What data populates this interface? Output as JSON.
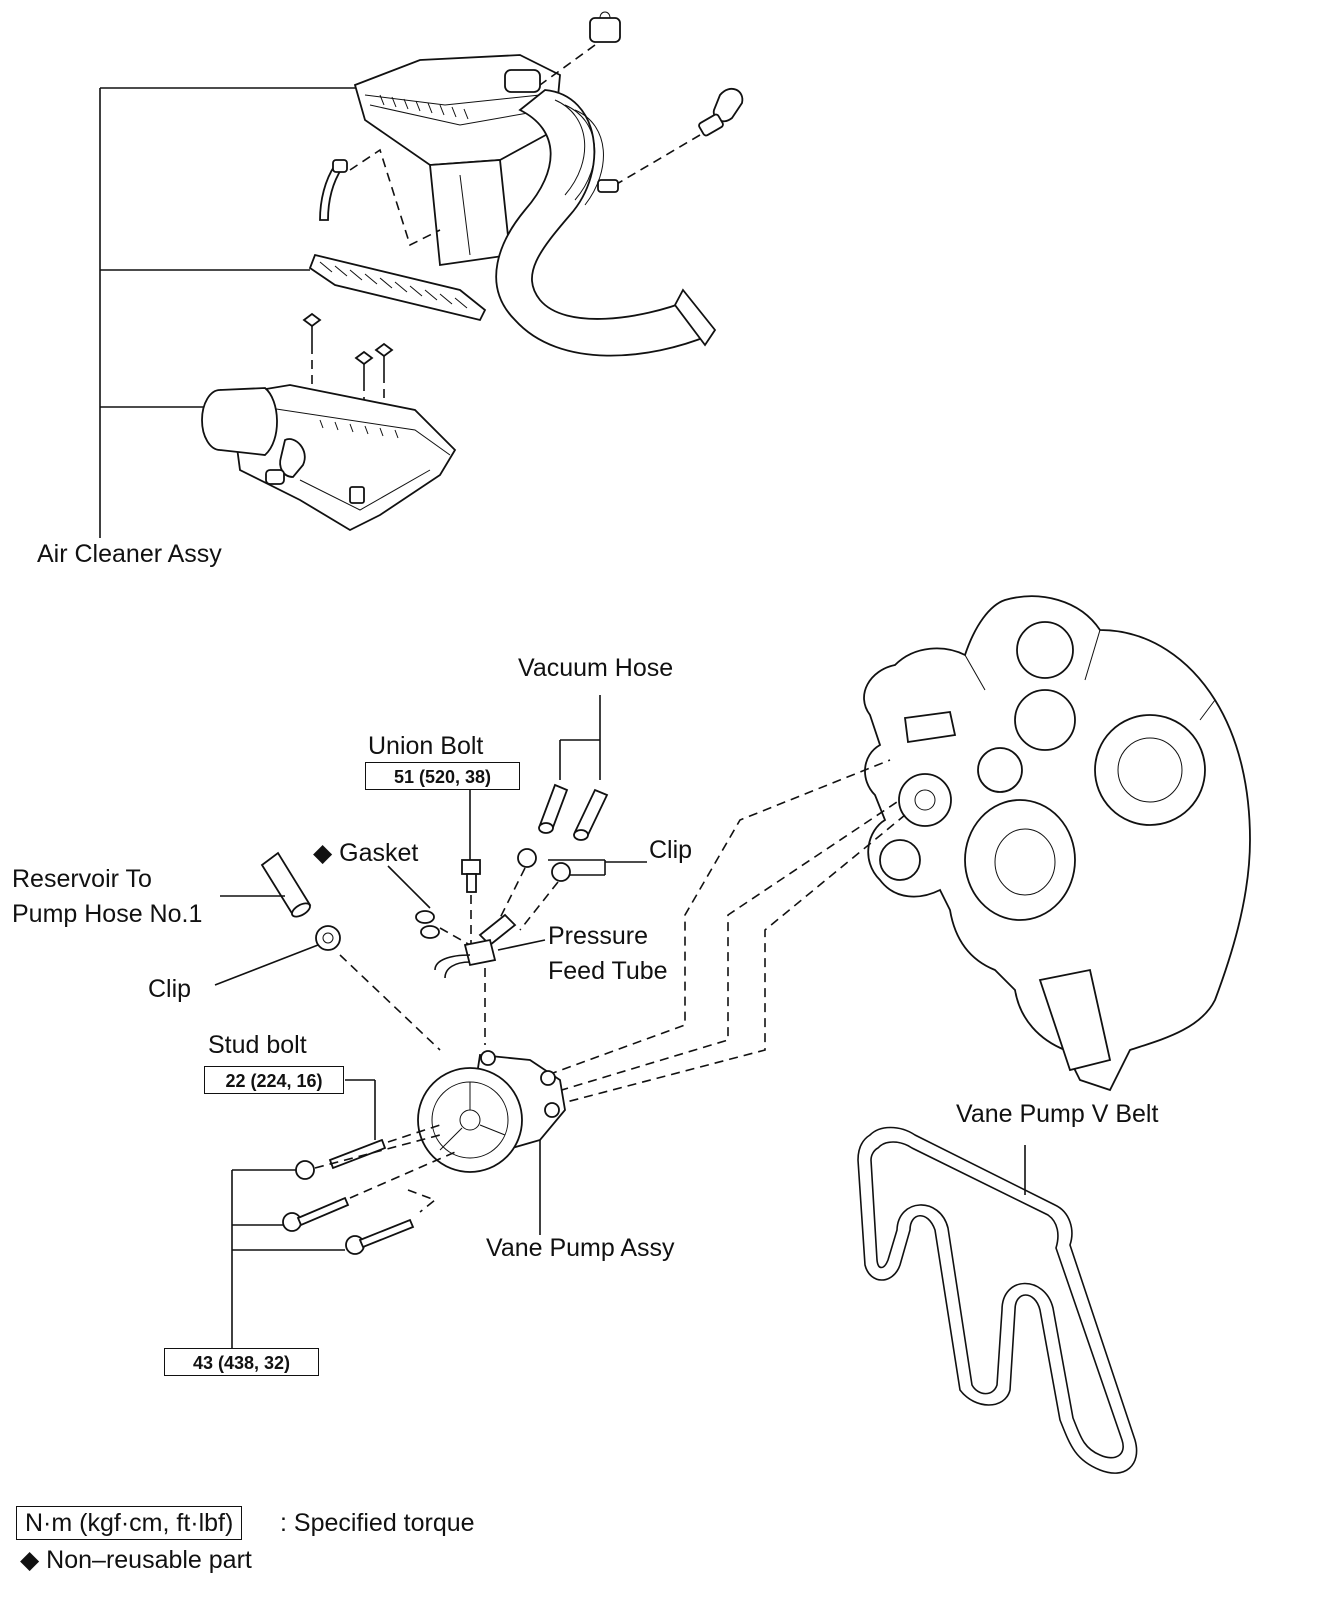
{
  "labels": {
    "air_cleaner_assy": "Air Cleaner Assy",
    "vacuum_hose": "Vacuum Hose",
    "union_bolt": "Union Bolt",
    "gasket": "◆ Gasket",
    "clip_right": "Clip",
    "reservoir_hose_line1": "Reservoir To",
    "reservoir_hose_line2": "Pump Hose No.1",
    "pressure_feed_line1": "Pressure",
    "pressure_feed_line2": "Feed Tube",
    "clip_left": "Clip",
    "stud_bolt": "Stud bolt",
    "vane_pump_assy": "Vane Pump Assy",
    "vane_pump_v_belt": "Vane Pump V Belt"
  },
  "torques": {
    "union_bolt": "51 (520, 38)",
    "stud_bolt": "22 (224, 16)",
    "mount_bolts": "43 (438, 32)"
  },
  "legend": {
    "torque_box": "N·m (kgf·cm, ft·lbf)",
    "torque_desc": ": Specified torque",
    "non_reusable": "◆ Non–reusable part"
  }
}
